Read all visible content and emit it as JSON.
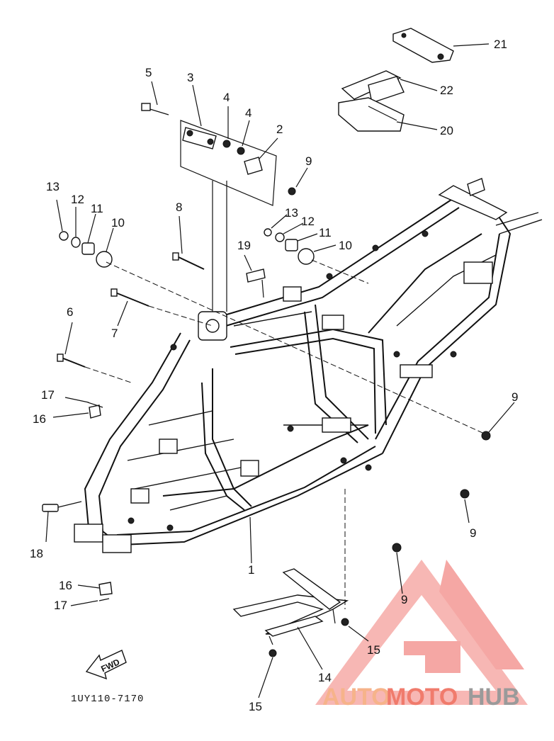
{
  "callouts": [
    {
      "text": "21"
    },
    {
      "text": "22"
    },
    {
      "text": "20"
    },
    {
      "text": "5"
    },
    {
      "text": "3"
    },
    {
      "text": "4"
    },
    {
      "text": "4"
    },
    {
      "text": "2"
    },
    {
      "text": "9"
    },
    {
      "text": "13"
    },
    {
      "text": "12"
    },
    {
      "text": "11"
    },
    {
      "text": "10"
    },
    {
      "text": "8"
    },
    {
      "text": "13"
    },
    {
      "text": "12"
    },
    {
      "text": "11"
    },
    {
      "text": "10"
    },
    {
      "text": "19"
    },
    {
      "text": "6"
    },
    {
      "text": "7"
    },
    {
      "text": "17"
    },
    {
      "text": "16"
    },
    {
      "text": "9"
    },
    {
      "text": "9"
    },
    {
      "text": "18"
    },
    {
      "text": "1"
    },
    {
      "text": "9"
    },
    {
      "text": "16"
    },
    {
      "text": "17"
    },
    {
      "text": "15"
    },
    {
      "text": "14"
    },
    {
      "text": "15"
    }
  ],
  "fwd_label": "FWD",
  "diagram_code": "1UY110-7170",
  "watermark": {
    "part1": "AUTO",
    "part2": "MOTO",
    "part3": "HUB",
    "colors": {
      "auto": "#f6b38a",
      "moto": "#f07b6c",
      "hub": "#9a9a9a",
      "logo": "#f28a86"
    }
  }
}
